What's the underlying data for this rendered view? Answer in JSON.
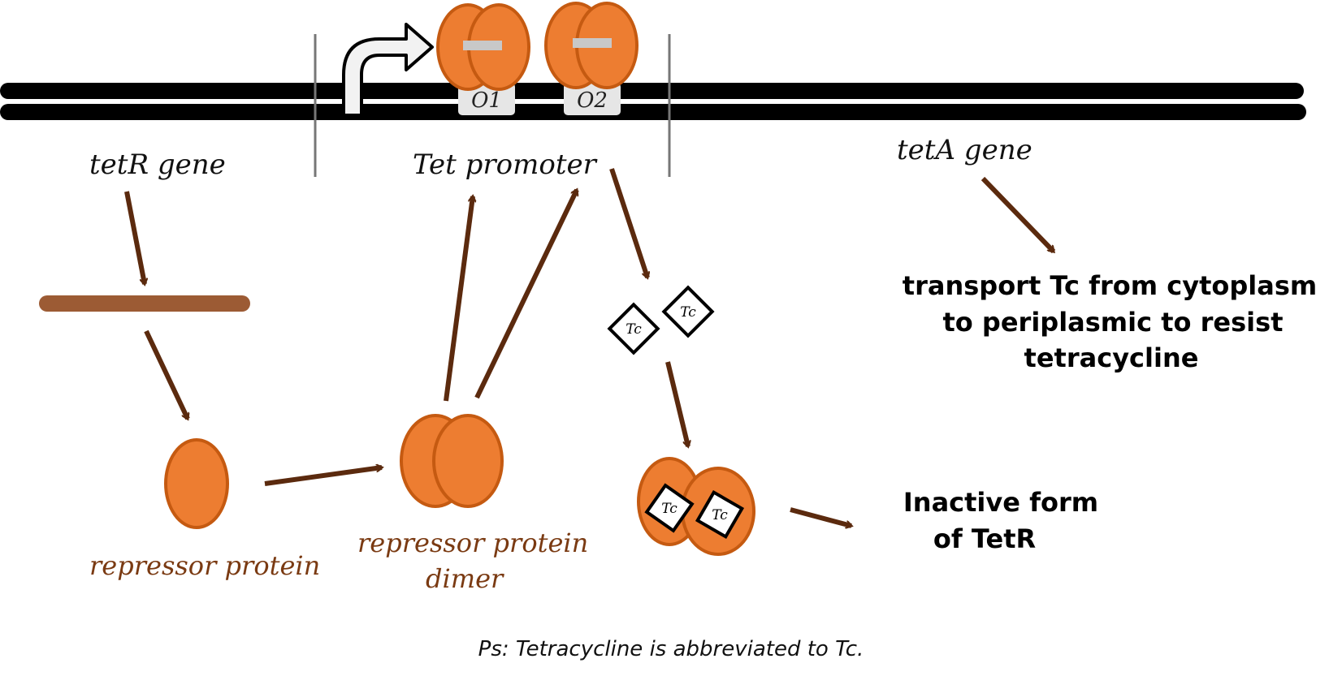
{
  "labels": {
    "tetR_gene": "tetR gene",
    "tet_promoter": "Tet promoter",
    "tetA_gene": "tetA gene",
    "repressor_protein": "repressor protein",
    "repressor_dimer_line1": "repressor protein",
    "repressor_dimer_line2": "dimer",
    "transport_line1": "transport Tc from cytoplasm",
    "transport_line2": "to periplasmic to resist",
    "transport_line3": "tetracycline",
    "inactive_line1": "Inactive form",
    "inactive_line2": "of TetR",
    "footnote": "Ps: Tetracycline is abbreviated to Tc."
  },
  "operators": {
    "o1": "O1",
    "o2": "O2"
  },
  "tc_label": "Tc",
  "colors": {
    "protein_fill": "#ED7D31",
    "protein_stroke": "#C55A11",
    "arrow": "#5B2A0E",
    "mrna": "#9C5B34",
    "dna": "#000000",
    "brown_text": "#7a3a12"
  }
}
